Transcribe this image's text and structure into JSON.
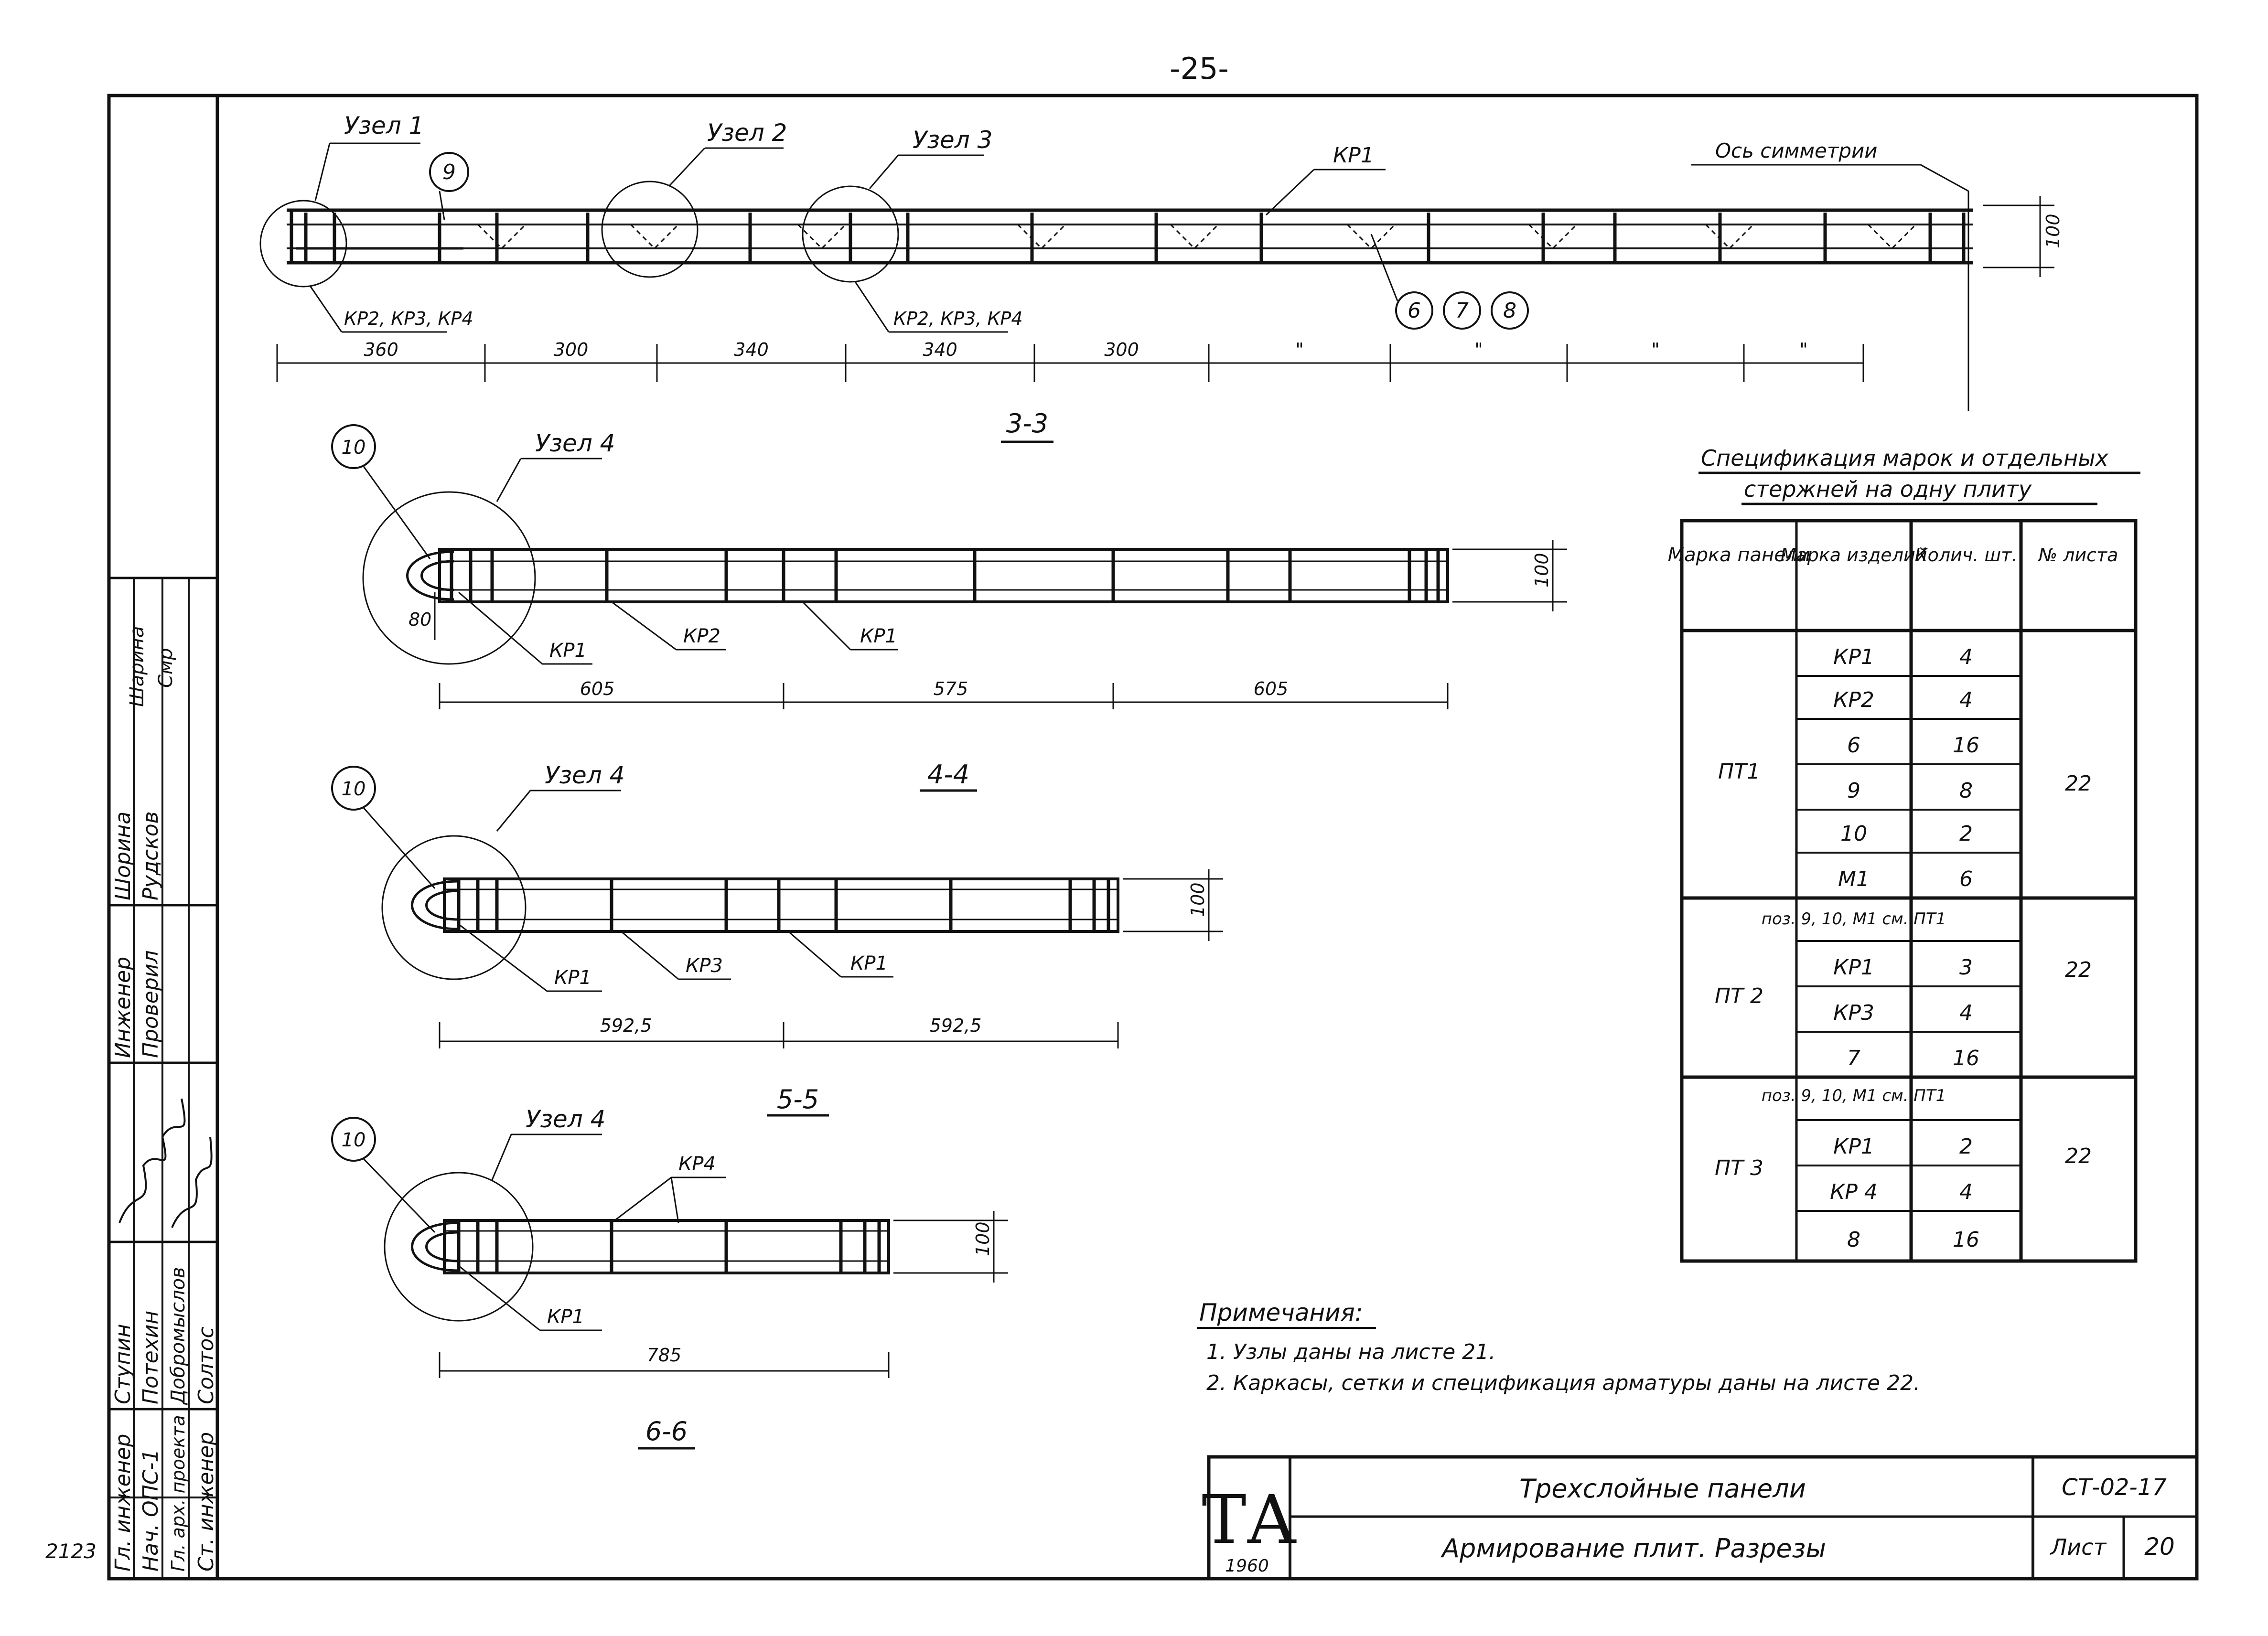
{
  "page_number": "-25-",
  "archive_number": "2123",
  "section_top": {
    "node_labels": [
      "Узел 1",
      "Узел 2",
      "Узел 3"
    ],
    "position_9": "9",
    "frame_label": "КР1",
    "axis_label": "Ось симметрии",
    "frame_refs_left": "КР2, КР3, КР4",
    "frame_refs_mid": "КР2, КР3, КР4",
    "positions": [
      "6",
      "7",
      "8"
    ],
    "height_dim": "100",
    "dims": [
      "360",
      "300",
      "340",
      "340",
      "300",
      "\"",
      "\"",
      "\"",
      "\""
    ]
  },
  "section_33": {
    "title": "3-3",
    "node_label": "Узел 4",
    "position_10": "10",
    "labels": [
      "КР1",
      "КР2",
      "КР1"
    ],
    "offset_dim": "80",
    "height_dim": "100",
    "dims": [
      "605",
      "575",
      "605"
    ]
  },
  "section_44": {
    "title": "4-4",
    "node_label": "Узел 4",
    "position_10": "10",
    "labels": [
      "КР1",
      "КР3",
      "КР1"
    ],
    "height_dim": "100",
    "dims": [
      "592,5",
      "592,5"
    ]
  },
  "section_55": {
    "title": "5-5",
    "node_label": "Узел 4",
    "position_10": "10",
    "labels": [
      "КР4",
      "КР1"
    ],
    "height_dim": "100",
    "dims": [
      "785"
    ]
  },
  "section_66": {
    "title": "6-6"
  },
  "spec": {
    "title_line1": "Спецификация марок и отдельных",
    "title_line2": "стержней на одну плиту",
    "headers": [
      "Марка панели",
      "Марка изделий",
      "Колич. шт.",
      "№ листа"
    ],
    "groups": [
      {
        "panel": "ПТ1",
        "sheet": "22",
        "rows": [
          [
            "КР1",
            "4"
          ],
          [
            "КР2",
            "4"
          ],
          [
            "6",
            "16"
          ],
          [
            "9",
            "8"
          ],
          [
            "10",
            "2"
          ],
          [
            "М1",
            "6"
          ]
        ]
      },
      {
        "panel": "ПТ 2",
        "sheet": "22",
        "note": "поз. 9, 10, М1 см. ПТ1",
        "rows": [
          [
            "КР1",
            "3"
          ],
          [
            "КР3",
            "4"
          ],
          [
            "7",
            "16"
          ]
        ]
      },
      {
        "panel": "ПТ 3",
        "sheet": "22",
        "note": "поз. 9, 10, М1 см. ПТ1",
        "rows": [
          [
            "КР1",
            "2"
          ],
          [
            "КР 4",
            "4"
          ],
          [
            "8",
            "16"
          ]
        ]
      }
    ]
  },
  "notes": {
    "title": "Примечания:",
    "items": [
      "1. Узлы даны на листе 21.",
      "2. Каркасы, сетки и спецификация арматуры даны на листе 22."
    ]
  },
  "stamp": {
    "logo": "ТА",
    "year": "1960",
    "title": "Трехслойные панели",
    "subtitle": "Армирование плит. Разрезы",
    "code": "СТ-02-17",
    "sheet_label": "Лист",
    "sheet_number": "20"
  },
  "side_block": {
    "roles": [
      "Гл. инженер",
      "Нач. ОПС-1",
      "Гл. арх. проекта",
      "Ст. инженер",
      "Инженер",
      "Проверил"
    ],
    "names": [
      "Ступин",
      "Потехин",
      "Добромыслов",
      "Солтос",
      "Шорина",
      "Рудсков"
    ],
    "signatures_left": "Шарина",
    "signatures_right": "Смр"
  }
}
